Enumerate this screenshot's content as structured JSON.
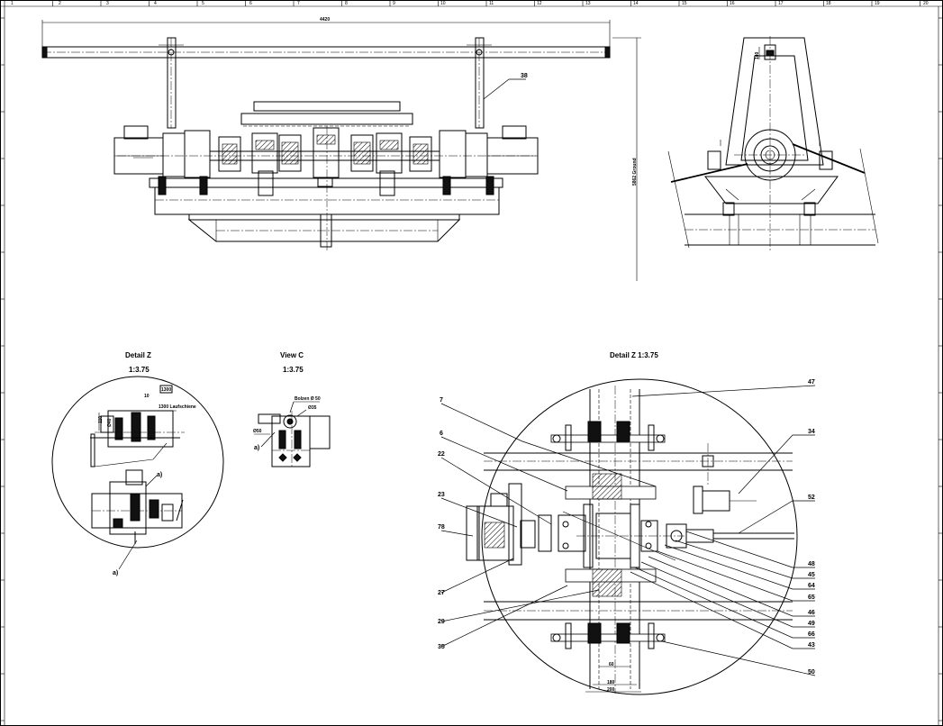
{
  "zone_numbers": [
    "1",
    "2",
    "3",
    "4",
    "5",
    "6",
    "7",
    "8",
    "9",
    "10",
    "11",
    "12",
    "13",
    "14",
    "15",
    "16",
    "17",
    "18",
    "19",
    "20"
  ],
  "elevation": {
    "dim_top_width": "4420",
    "dim_height": "5862 Ground",
    "part_38": "38"
  },
  "side_view": {
    "dim_small": "140"
  },
  "detail_z_small": {
    "title": "Detail Z",
    "scale": "1:3.75",
    "label_box": "1300",
    "label_text": "1300 Laufschiene",
    "dim_10": "10",
    "dim_110": "110",
    "dim_phi40": "Ø40",
    "callout_a1": "a)",
    "callout_a2": "a)"
  },
  "view_c": {
    "title": "View  C",
    "scale": "1:3.75",
    "bolt": "Bolzen Ø 50",
    "dim_35": "Ø35",
    "dim_50": "Ø50",
    "callout_a": "a)"
  },
  "detail_z_large": {
    "title": "Detail Z 1:3.75",
    "parts_left": [
      "7",
      "6",
      "22",
      "23",
      "78",
      "27",
      "29",
      "35"
    ],
    "parts_right": [
      "47",
      "34",
      "52",
      "48",
      "45",
      "64",
      "65",
      "46",
      "49",
      "66",
      "43",
      "50"
    ],
    "dim_60": "60",
    "dim_180": "180",
    "dim_200": "200"
  }
}
